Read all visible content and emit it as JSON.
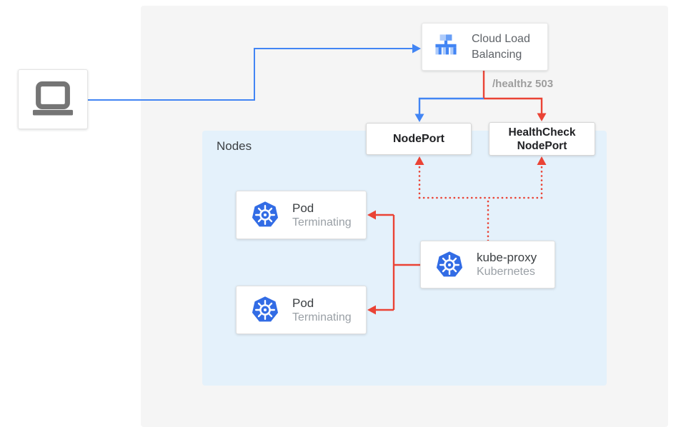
{
  "diagram": {
    "nodes_container": {
      "label": "Nodes"
    },
    "cloud_load_balancing": {
      "line1": "Cloud Load",
      "line2": "Balancing"
    },
    "healthz_label": "/healthz 503",
    "nodeport": {
      "label": "NodePort"
    },
    "healthcheck_nodeport": {
      "line1": "HealthCheck",
      "line2": "NodePort"
    },
    "pods": [
      {
        "title": "Pod",
        "subtitle": "Terminating"
      },
      {
        "title": "Pod",
        "subtitle": "Terminating"
      }
    ],
    "kube_proxy": {
      "title": "kube-proxy",
      "subtitle": "Kubernetes"
    },
    "colors": {
      "blue_flow": "#4285f4",
      "red_flow": "#ea4335",
      "panel_bg": "#f5f5f5",
      "nodes_bg": "#e4f1fb",
      "kubernetes_blue": "#326ce5",
      "lb_icon_light": "#aecbfa",
      "lb_icon_medium": "#669df6",
      "lb_icon_dark": "#4285f4",
      "laptop_gray": "#757575",
      "muted_text": "#9aa0a6"
    }
  }
}
